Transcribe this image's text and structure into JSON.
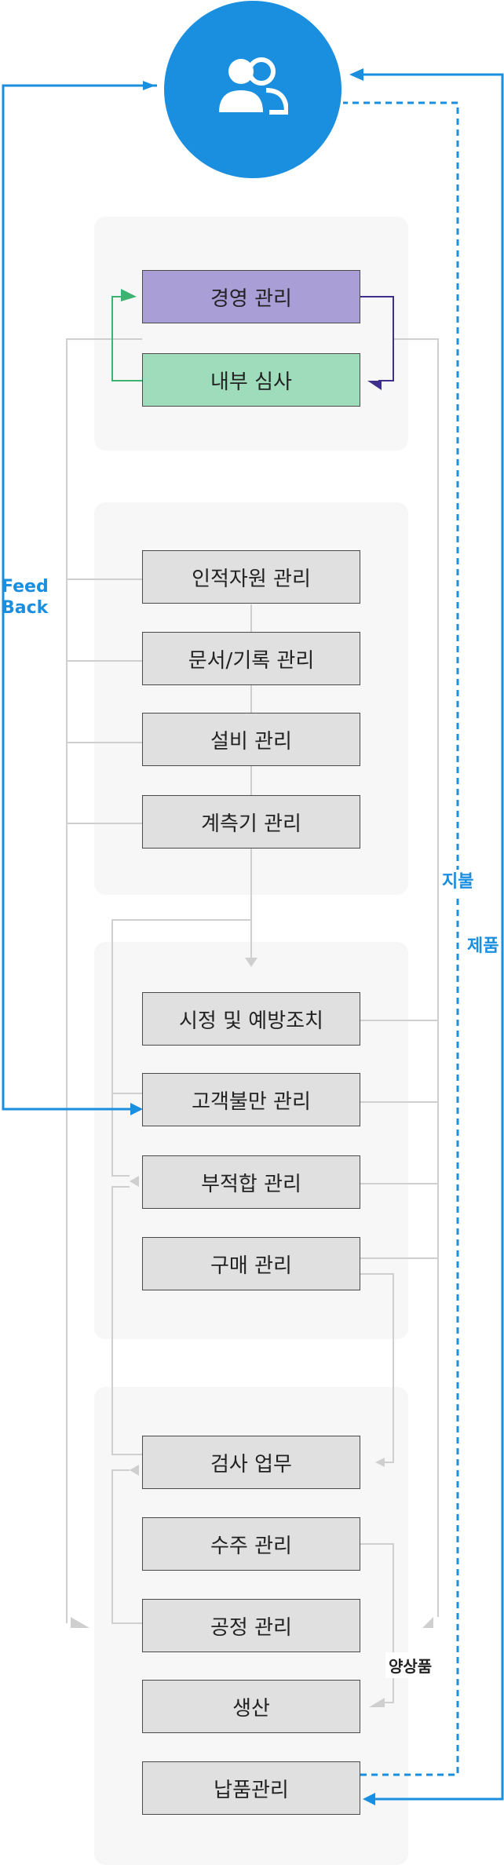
{
  "customer": {
    "icon": "users-icon",
    "color": "#1a8fe0"
  },
  "labels": {
    "feedback": "Feed\nBack",
    "payment": "지불",
    "product": "제품",
    "good_product": "양상품"
  },
  "groups": {
    "management": {
      "boxes": [
        {
          "id": "management",
          "label": "경영 관리",
          "color": "#a99ed6"
        },
        {
          "id": "internal_audit",
          "label": "내부 심사",
          "color": "#9fdcbb"
        }
      ]
    },
    "support": {
      "boxes": [
        {
          "id": "hr",
          "label": "인적자원 관리"
        },
        {
          "id": "documents",
          "label": "문서/기록 관리"
        },
        {
          "id": "equipment",
          "label": "설비 관리"
        },
        {
          "id": "gauges",
          "label": "계측기 관리"
        }
      ]
    },
    "improvement": {
      "boxes": [
        {
          "id": "corrective",
          "label": "시정 및 예방조치"
        },
        {
          "id": "complaints",
          "label": "고객불만 관리"
        },
        {
          "id": "nonconformity",
          "label": "부적합 관리"
        },
        {
          "id": "purchasing",
          "label": "구매 관리"
        }
      ]
    },
    "realization": {
      "boxes": [
        {
          "id": "inspection",
          "label": "검사 업무"
        },
        {
          "id": "orders",
          "label": "수주 관리"
        },
        {
          "id": "process",
          "label": "공정 관리"
        },
        {
          "id": "production",
          "label": "생산"
        },
        {
          "id": "delivery",
          "label": "납품관리"
        }
      ]
    }
  },
  "colors": {
    "flow_blue": "#1a8fe0",
    "connector_gray": "#cfcfcf",
    "audit_green": "#3cb371",
    "mgmt_purple": "#3e2f8a"
  }
}
